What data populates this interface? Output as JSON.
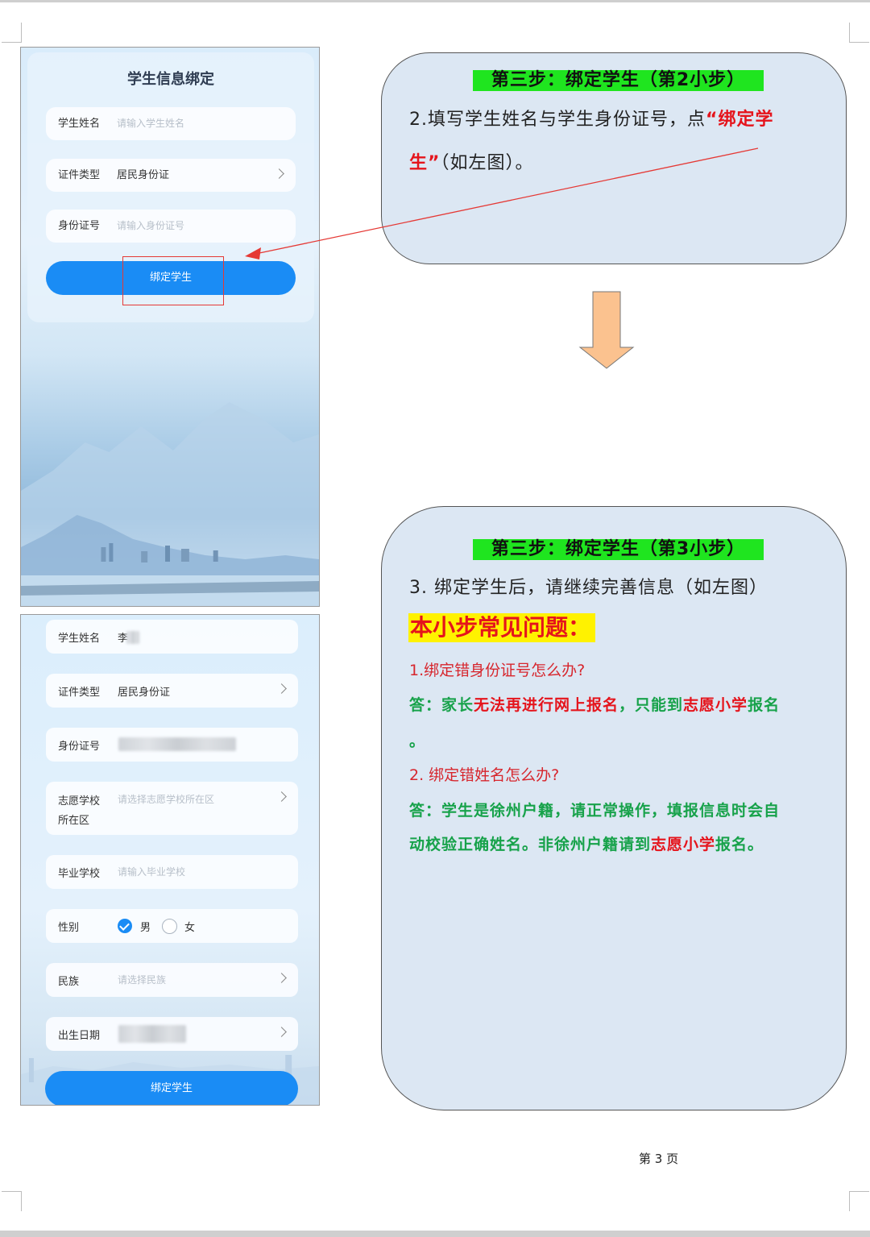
{
  "phone1": {
    "title": "学生信息绑定",
    "fields": [
      {
        "label": "学生姓名",
        "placeholder": "请输入学生姓名"
      },
      {
        "label": "证件类型",
        "value": "居民身份证"
      },
      {
        "label": "身份证号",
        "placeholder": "请输入身份证号"
      }
    ],
    "button": "绑定学生"
  },
  "phone2": {
    "name": {
      "label": "学生姓名",
      "value": "李"
    },
    "id_type": {
      "label": "证件类型",
      "value": "居民身份证"
    },
    "id_number": {
      "label": "身份证号"
    },
    "school_district": {
      "label_line1": "志愿学校",
      "label_line2": "所在区",
      "placeholder": "请选择志愿学校所在区"
    },
    "graduate_school": {
      "label": "毕业学校",
      "placeholder": "请输入毕业学校"
    },
    "gender": {
      "label": "性别",
      "male": "男",
      "female": "女"
    },
    "ethnicity": {
      "label": "民族",
      "placeholder": "请选择民族"
    },
    "birth_date": {
      "label": "出生日期"
    },
    "button": "绑定学生"
  },
  "box1": {
    "title": "第三步：绑定学生（第2小步）",
    "line1_a": "2.填写学生姓名与学生身份证号，点",
    "line1_red": "“绑定学",
    "line2_red": "生”",
    "line2_b": "（如左图）。"
  },
  "box2": {
    "title": "第三步：绑定学生（第3小步）",
    "intro": "3. 绑定学生后，请继续完善信息（如左图）",
    "faq_heading": "本小步常见问题：",
    "q1": "1.绑定错身份证号怎么办?",
    "a1_p1": "答：家长",
    "a1_r1": "无法再进行网上报名",
    "a1_p2": "，只能到",
    "a1_r2": "志愿小学",
    "a1_p3": "报名",
    "a1_tail": "。",
    "q2": "2. 绑定错姓名怎么办?",
    "a2_line1": "答：学生是徐州户籍，请正常操作，填报信息时会自",
    "a2_line2_p1": "动校验正确姓名。非徐州户籍请到",
    "a2_line2_r": "志愿小学",
    "a2_line2_p2": "报名。"
  },
  "footer": {
    "page": "第 3 页"
  },
  "colors": {
    "green_highlight": "#1fe51f",
    "yellow_highlight": "#fff200",
    "red_text": "#e5141c",
    "green_text": "#17a24a",
    "button_blue": "#1a8cf5",
    "box_fill": "#dce7f3",
    "arrow_fill": "#fbc28f"
  }
}
